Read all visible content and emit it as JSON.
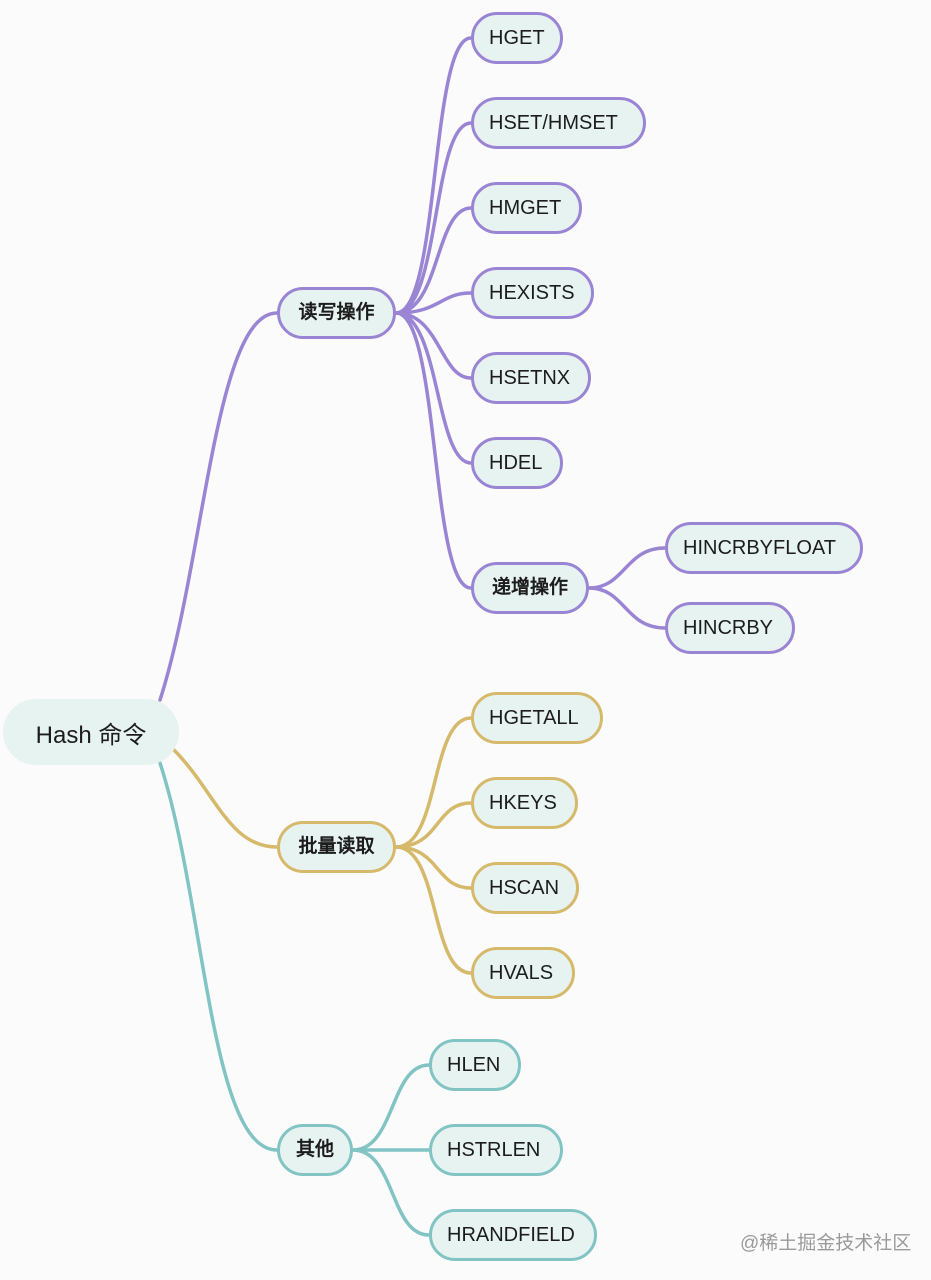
{
  "root": {
    "label": "Hash 命令"
  },
  "colors": {
    "purple": "#9a84d4",
    "gold": "#d6b96a",
    "teal": "#82c3c4",
    "node_fill": "#e7f3f1"
  },
  "branches": {
    "rw": {
      "label": "读写操作",
      "items": [
        "HGET",
        "HSET/HMSET",
        "HMGET",
        "HEXISTS",
        "HSETNX",
        "HDEL"
      ],
      "sub": {
        "label": "递增操作",
        "items": [
          "HINCRBYFLOAT",
          "HINCRBY"
        ]
      }
    },
    "batch": {
      "label": "批量读取",
      "items": [
        "HGETALL",
        "HKEYS",
        "HSCAN",
        "HVALS"
      ]
    },
    "other": {
      "label": "其他",
      "items": [
        "HLEN",
        "HSTRLEN",
        "HRANDFIELD"
      ]
    }
  },
  "watermark": "@稀土掘金技术社区"
}
